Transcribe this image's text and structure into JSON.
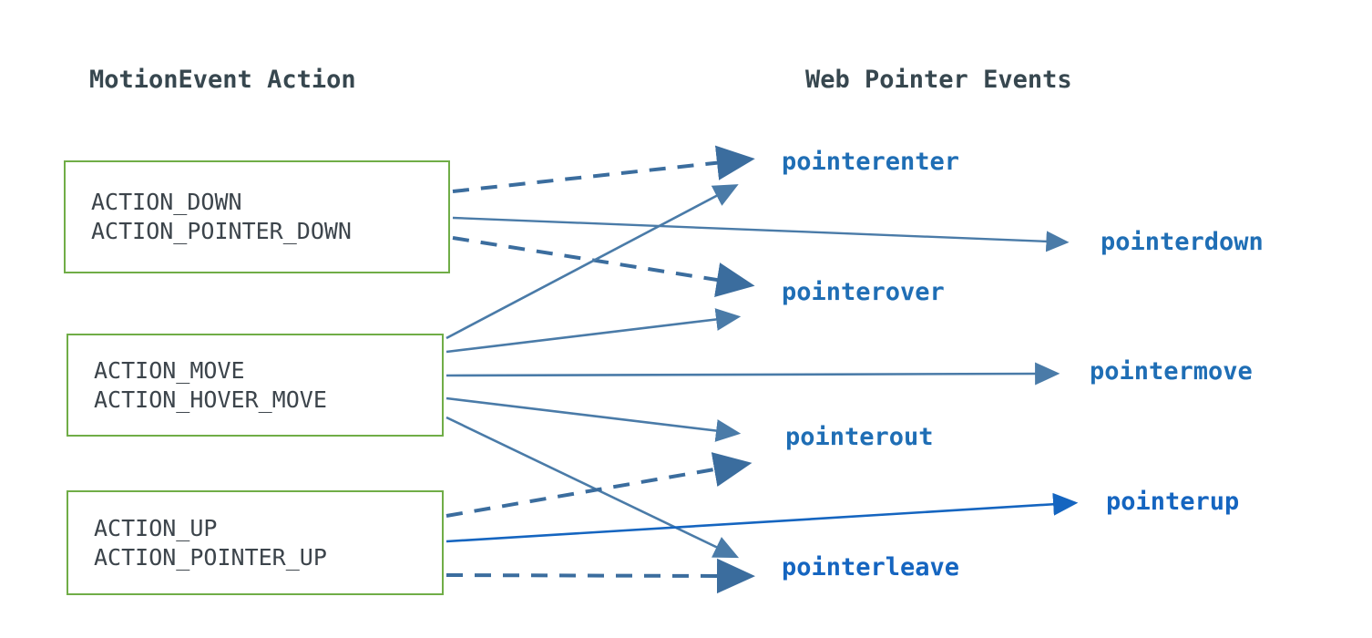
{
  "diagram": {
    "title_implied": "MotionEvent Action to Web Pointer Events mapping",
    "headers": {
      "left": "MotionEvent Action",
      "right": "Web Pointer Events"
    },
    "colors": {
      "box_border": "#70ad47",
      "box_text": "#3c444b",
      "header_text": "#37474f",
      "event_text": "#1f6eb5",
      "event_text_bright": "#1565c0",
      "edge_solid": "#4a7ba8",
      "edge_dashed": "#3b6d9e",
      "background": "#ffffff"
    },
    "action_boxes": [
      {
        "id": "box-down",
        "name": "action-down-box",
        "lines": [
          "ACTION_DOWN",
          "ACTION_POINTER_DOWN"
        ]
      },
      {
        "id": "box-move",
        "name": "action-move-box",
        "lines": [
          "ACTION_MOVE",
          "ACTION_HOVER_MOVE"
        ]
      },
      {
        "id": "box-up",
        "name": "action-up-box",
        "lines": [
          "ACTION_UP",
          "ACTION_POINTER_UP"
        ]
      }
    ],
    "pointer_events": [
      {
        "id": "lbl-pointerenter",
        "name": "pointerenter-label",
        "label": "pointerenter"
      },
      {
        "id": "lbl-pointerdown",
        "name": "pointerdown-label",
        "label": "pointerdown"
      },
      {
        "id": "lbl-pointerover",
        "name": "pointerover-label",
        "label": "pointerover"
      },
      {
        "id": "lbl-pointermove",
        "name": "pointermove-label",
        "label": "pointermove"
      },
      {
        "id": "lbl-pointerout",
        "name": "pointerout-label",
        "label": "pointerout"
      },
      {
        "id": "lbl-pointerup",
        "name": "pointerup-label",
        "label": "pointerup"
      },
      {
        "id": "lbl-pointerleave",
        "name": "pointerleave-label",
        "label": "pointerleave"
      }
    ],
    "edges": [
      {
        "from": "ACTION_DOWN",
        "to": "pointerenter",
        "style": "dashed"
      },
      {
        "from": "ACTION_DOWN",
        "to": "pointerdown",
        "style": "solid"
      },
      {
        "from": "ACTION_DOWN",
        "to": "pointerover",
        "style": "dashed"
      },
      {
        "from": "ACTION_MOVE",
        "to": "pointerenter",
        "style": "solid"
      },
      {
        "from": "ACTION_MOVE",
        "to": "pointerover",
        "style": "solid"
      },
      {
        "from": "ACTION_MOVE",
        "to": "pointermove",
        "style": "solid"
      },
      {
        "from": "ACTION_MOVE",
        "to": "pointerout",
        "style": "solid"
      },
      {
        "from": "ACTION_MOVE",
        "to": "pointerleave",
        "style": "solid"
      },
      {
        "from": "ACTION_UP",
        "to": "pointerout",
        "style": "dashed"
      },
      {
        "from": "ACTION_UP",
        "to": "pointerup",
        "style": "solid"
      },
      {
        "from": "ACTION_UP",
        "to": "pointerleave",
        "style": "dashed"
      }
    ]
  }
}
